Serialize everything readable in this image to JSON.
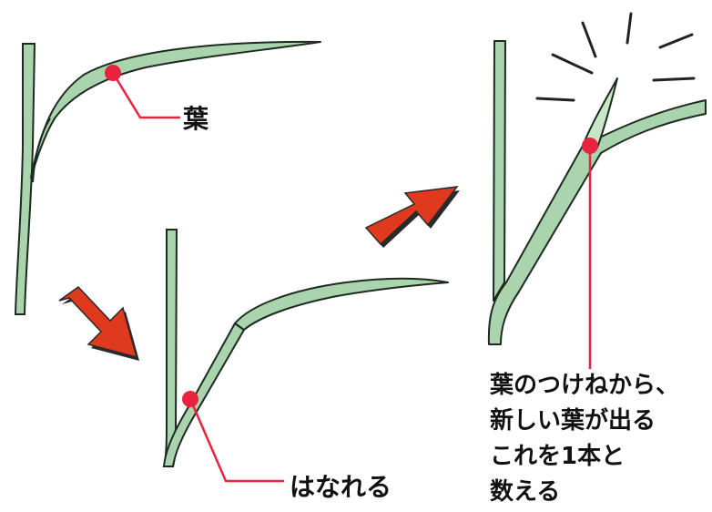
{
  "labels": {
    "leaf": "葉",
    "separate": "はなれる",
    "note": [
      "葉のつけねから、",
      "新しい葉が出る",
      "これを1本と",
      "数える"
    ]
  },
  "colors": {
    "leaf_fill": "#a9d4ad",
    "leaf_stroke": "#1d2b1f",
    "leaf_highlight": "#c9e6c9",
    "dot": "#e8233f",
    "leader": "#e8233f",
    "arrow_fill": "#e03a1e",
    "arrow_shadow": "#2a2a2a",
    "burst": "#222222",
    "text": "#111111"
  }
}
